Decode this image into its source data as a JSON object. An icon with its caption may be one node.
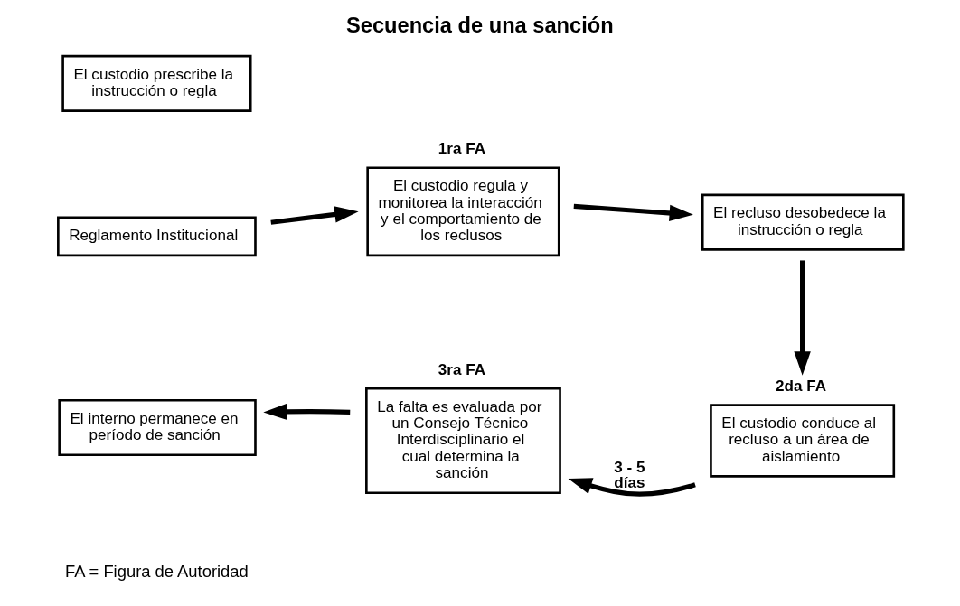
{
  "diagram": {
    "title": "Secuencia de una sanción",
    "nodes": [
      {
        "text": [
          "El custodio prescribe la instrucción o regla"
        ]
      },
      {
        "text": [
          "Reglamento Institucional"
        ]
      },
      {
        "text": [
          "El custodio regula y monitorea la interacción y el comportamiento de los reclusos"
        ],
        "beside": [
          "1ra FA"
        ]
      },
      {
        "text": [
          "El recluso desobedece la instrucción o regla"
        ]
      },
      {
        "text": [
          "El custodio conduce al recluso a un área de aislamiento"
        ],
        "beside": [
          "2da FA"
        ]
      },
      {
        "text": [
          "La falta es evaluada por un Consejo Técnico Interdisciplinario el cual determina la sanción"
        ],
        "beside": [
          "3ra FA"
        ]
      },
      {
        "text": [
          "El interno permanece en período de sanción"
        ]
      }
    ],
    "edges": [
      {
        "from": 1,
        "to": 2,
        "arrow": "to"
      },
      {
        "from": 2,
        "to": 3,
        "arrow": "to"
      },
      {
        "from": 3,
        "to": 4,
        "arrow": "to"
      },
      {
        "from": 4,
        "to": 5,
        "arrow": "to",
        "label": "3 - 5 días"
      },
      {
        "from": 5,
        "to": 6,
        "arrow": "to"
      }
    ],
    "labels": [
      "FA = Figura de Autoridad"
    ]
  }
}
